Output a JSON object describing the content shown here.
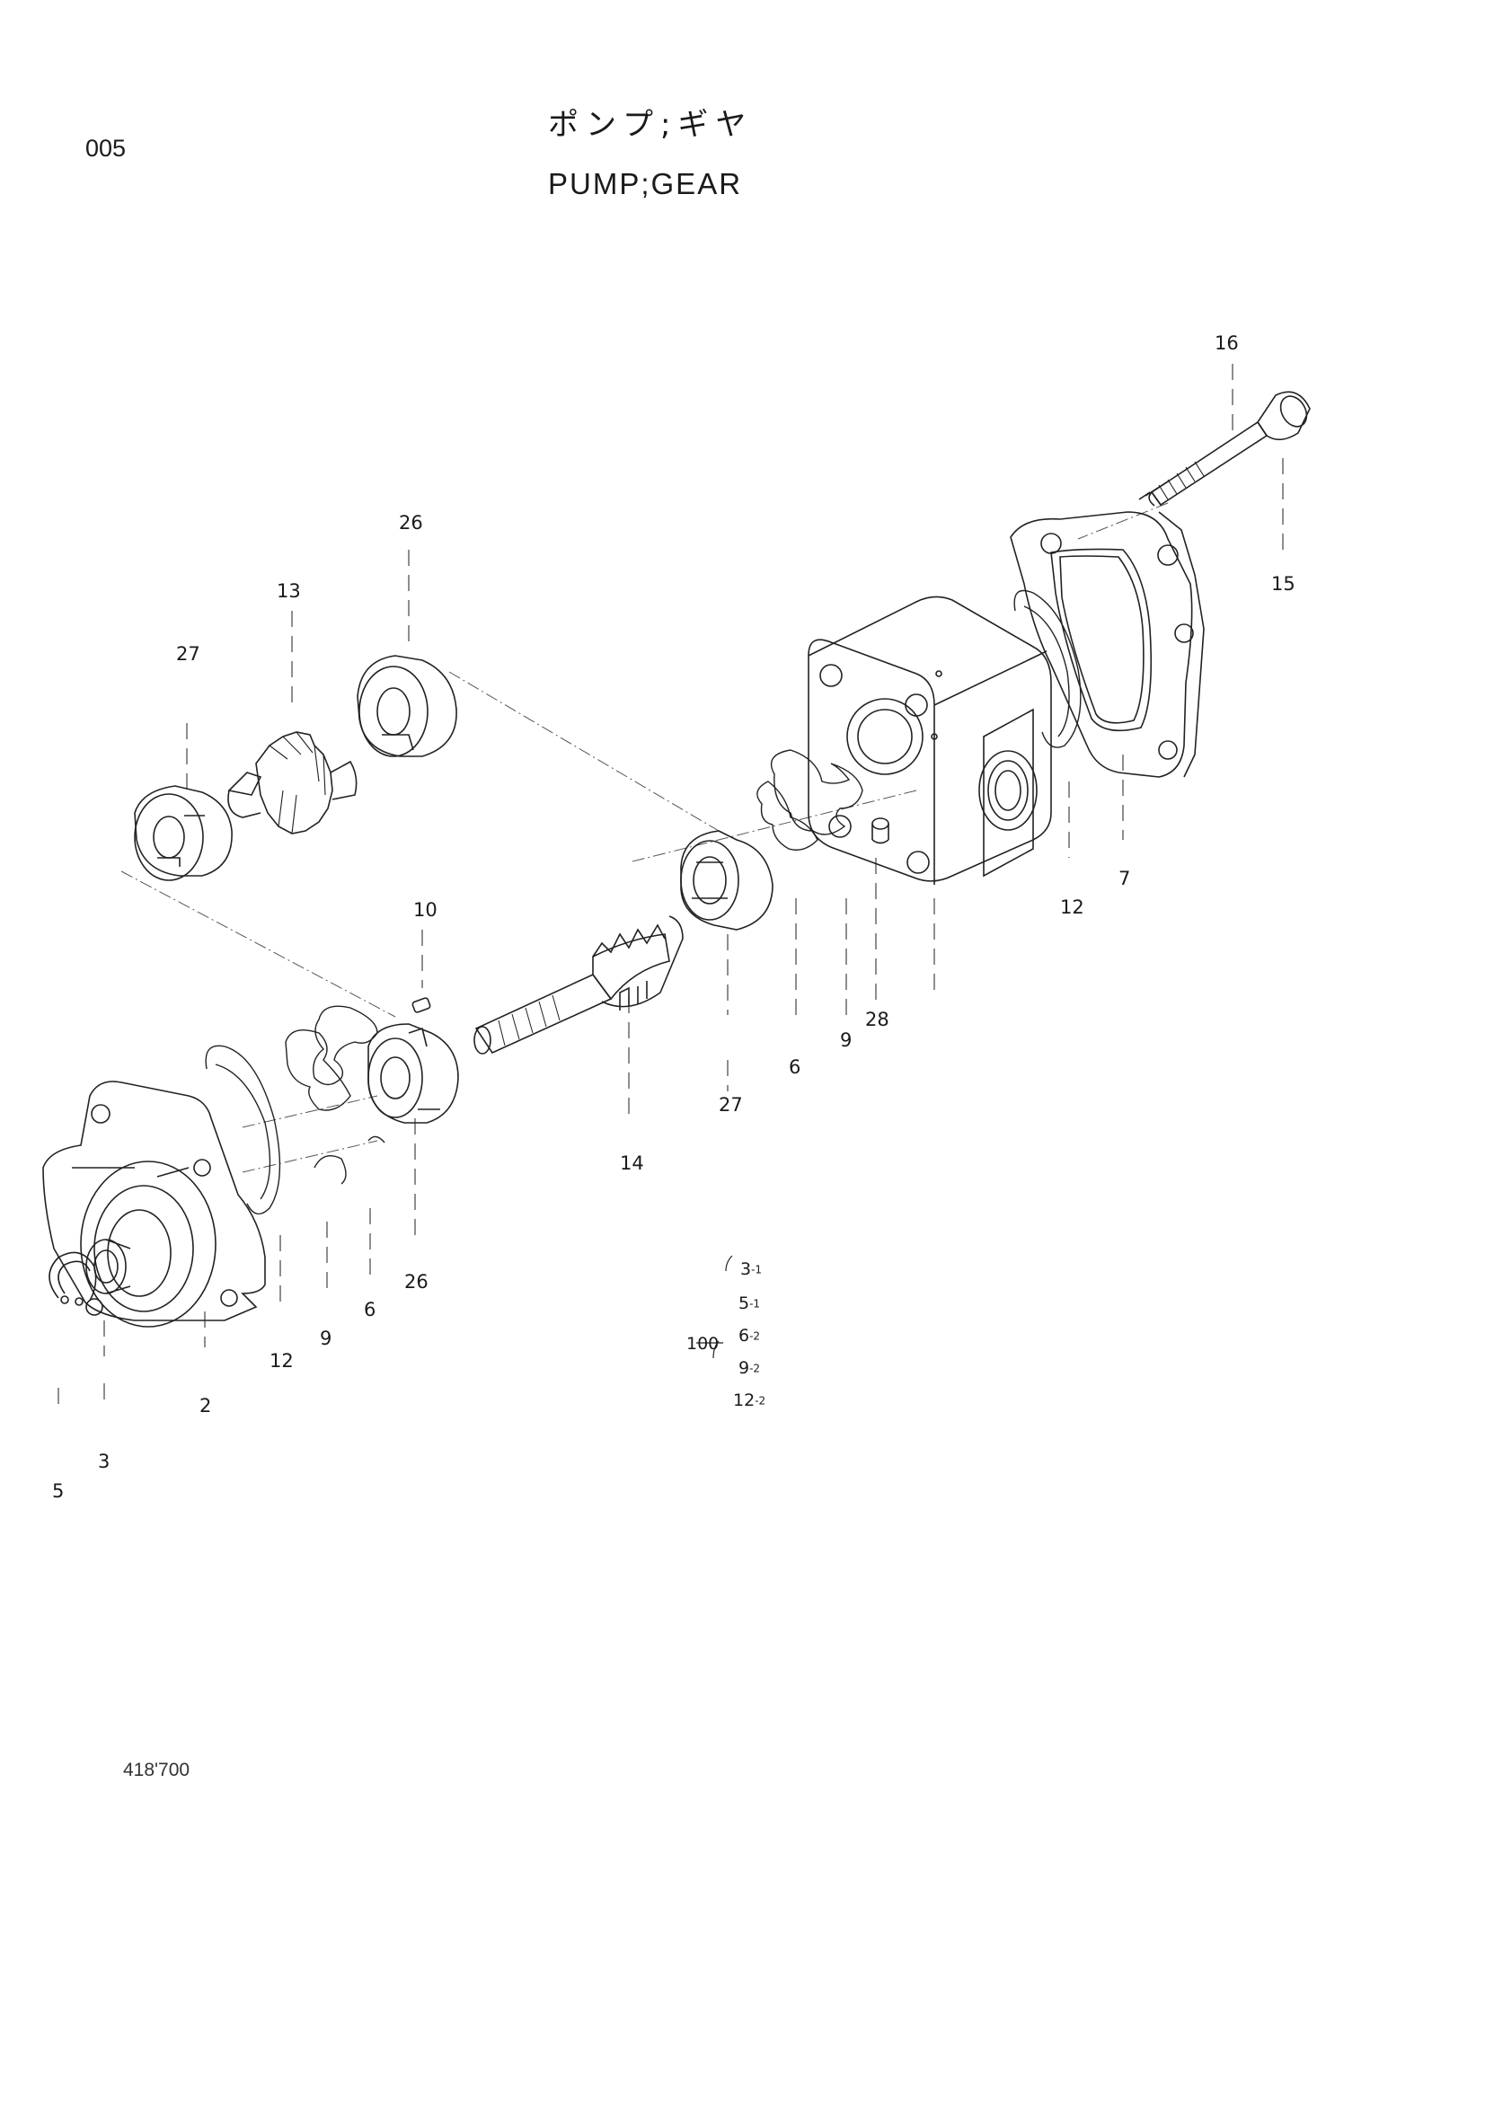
{
  "header": {
    "page_number": "005",
    "title_jp": "ポンプ;ギヤ",
    "title_en": "PUMP;GEAR"
  },
  "callouts": {
    "c16": "16",
    "c15": "15",
    "c26a": "26",
    "c13": "13",
    "c27a": "27",
    "c7": "7",
    "c12a": "12",
    "c10": "10",
    "c28": "28",
    "c9a": "9",
    "c6a": "6",
    "c27b": "27",
    "c14": "14",
    "c26b": "26",
    "c12b": "12",
    "c9b": "9",
    "c6b": "6",
    "c2": "2",
    "c3": "3",
    "c5": "5"
  },
  "kit": {
    "kit_number": "100",
    "items": [
      {
        "part": "3",
        "qty": "-1"
      },
      {
        "part": "5",
        "qty": "-1"
      },
      {
        "part": "6",
        "qty": "-2"
      },
      {
        "part": "9",
        "qty": "-2"
      },
      {
        "part": "12",
        "qty": "-2"
      }
    ]
  },
  "footer": {
    "reference": "418'700"
  }
}
